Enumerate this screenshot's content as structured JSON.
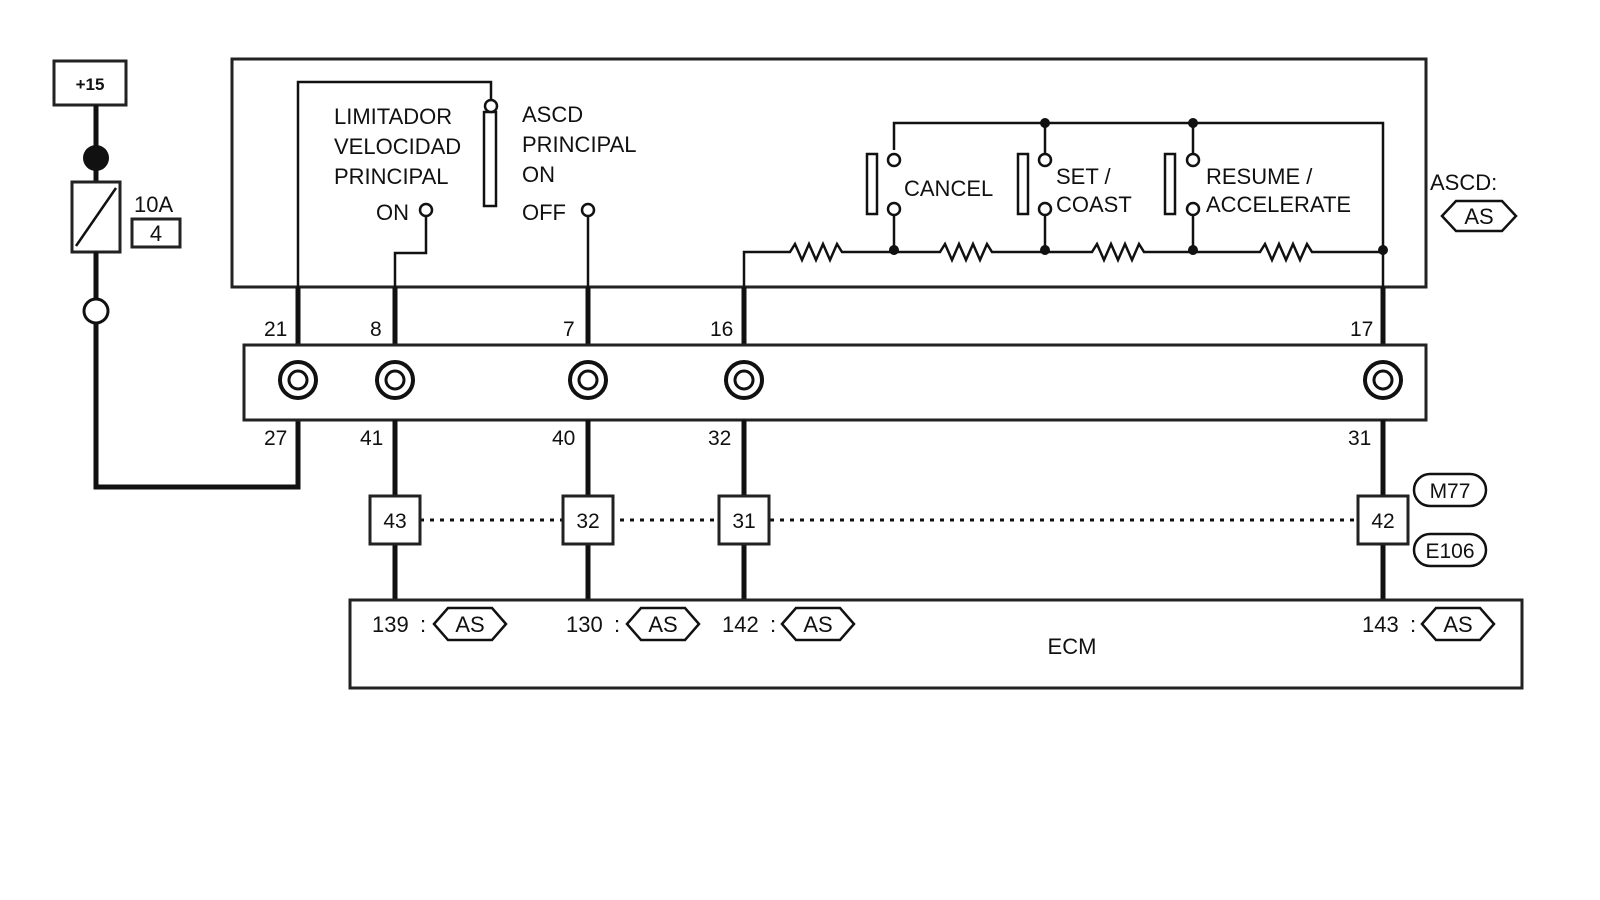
{
  "power": {
    "source_label": "+15",
    "fuse_rating": "10A",
    "fuse_number": "4"
  },
  "switch_block": {
    "name_label": "ASCD:",
    "name_ref": "AS",
    "main_switch": {
      "left_lines": [
        "LIMITADOR",
        "VELOCIDAD",
        "PRINCIPAL"
      ],
      "left_state": "ON",
      "right_lines": [
        "ASCD",
        "PRINCIPAL",
        "ON"
      ],
      "right_state": "OFF"
    },
    "buttons": [
      {
        "lines": [
          "CANCEL"
        ]
      },
      {
        "lines": [
          "SET /",
          "COAST"
        ]
      },
      {
        "lines": [
          "RESUME /",
          "ACCELERATE"
        ]
      }
    ]
  },
  "connector": {
    "top_pins": [
      "21",
      "8",
      "7",
      "16",
      "17"
    ],
    "bottom_pins": [
      "27",
      "41",
      "40",
      "32",
      "31"
    ]
  },
  "harness": {
    "pins": [
      "43",
      "32",
      "31",
      "42"
    ],
    "labels": [
      "M77",
      "E106"
    ]
  },
  "ecm": {
    "label": "ECM",
    "terminals": [
      {
        "num": "139",
        "ref": "AS"
      },
      {
        "num": "130",
        "ref": "AS"
      },
      {
        "num": "142",
        "ref": "AS"
      },
      {
        "num": "143",
        "ref": "AS"
      }
    ]
  },
  "colors": {
    "line": "#111111",
    "background": "#ffffff"
  }
}
